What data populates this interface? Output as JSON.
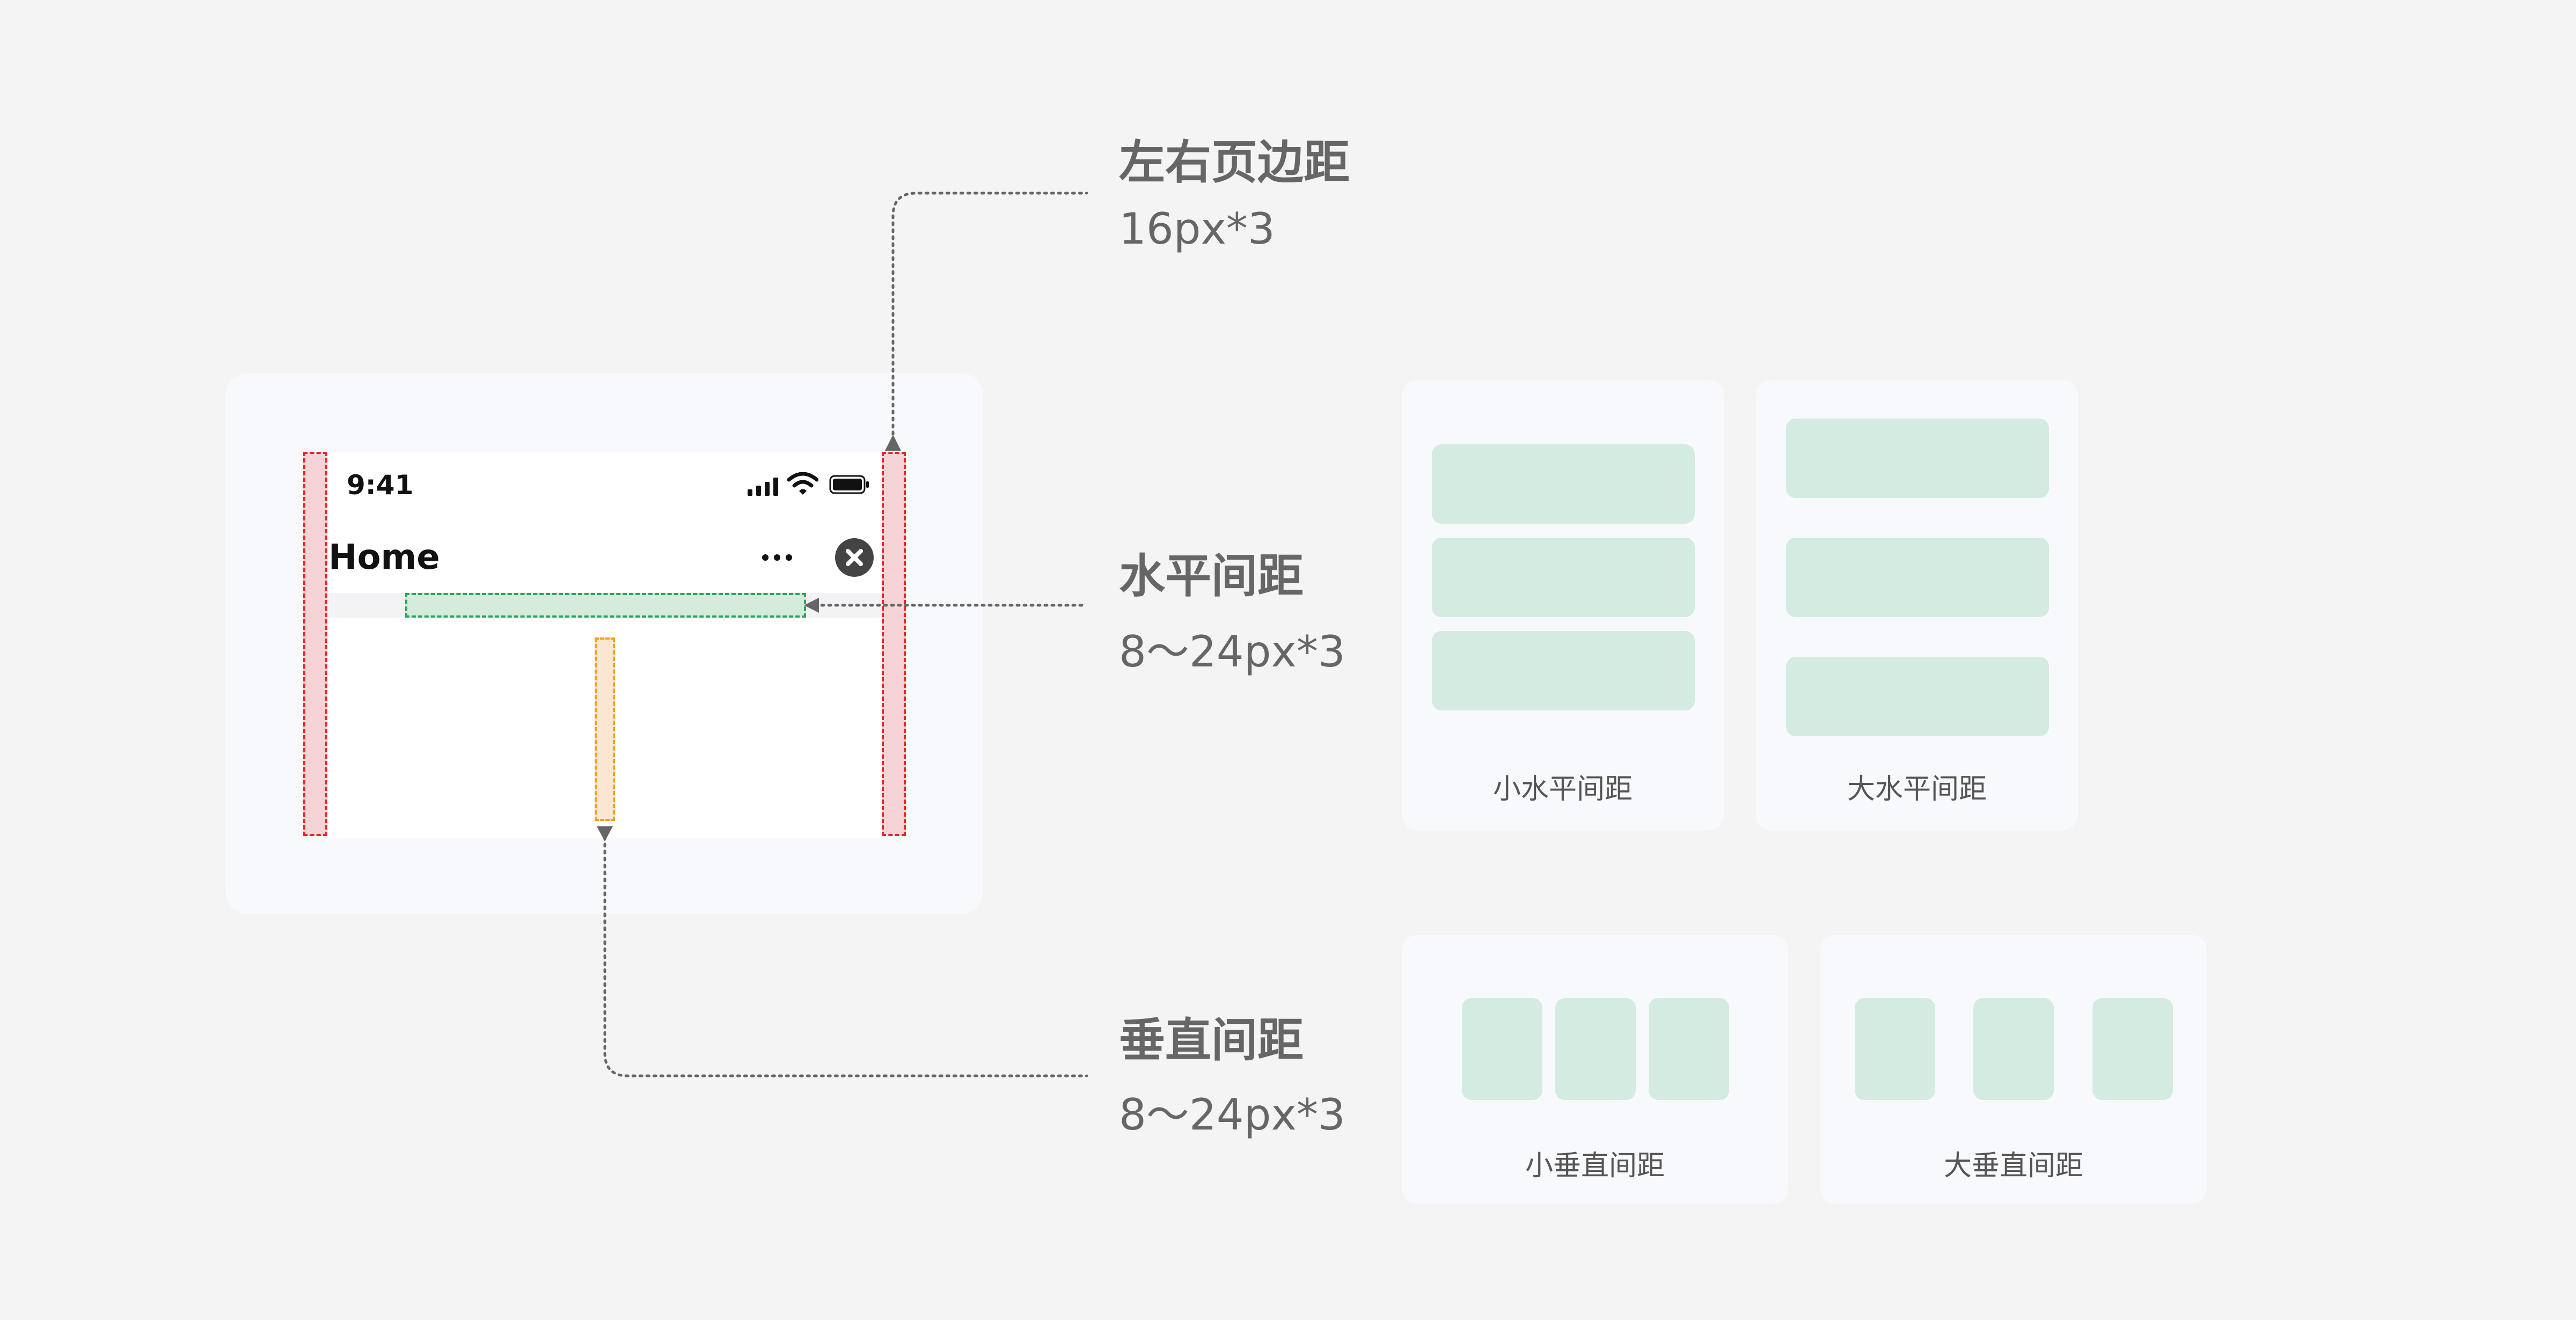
{
  "phone": {
    "status_time": "9:41",
    "nav_title": "Home",
    "icons": [
      "signal-icon",
      "wifi-icon",
      "battery-icon",
      "more-icon",
      "close-icon"
    ]
  },
  "annotations": [
    {
      "title": "左右页边距",
      "value": "16px*3"
    },
    {
      "title": "水平间距",
      "value": "8～24px*3"
    },
    {
      "title": "垂直间距",
      "value": "8～24px*3"
    }
  ],
  "examples": {
    "small_horizontal": "小水平间距",
    "large_horizontal": "大水平间距",
    "small_vertical": "小垂直间距",
    "large_vertical": "大垂直间距"
  },
  "colors": {
    "background": "#f4f4f4",
    "panel": "#f8f9fc",
    "margin_marker": "#e8262d",
    "horizontal_marker": "#2ca35b",
    "vertical_marker": "#f0a318",
    "block": "#d3ebe0",
    "connector": "#666666"
  }
}
